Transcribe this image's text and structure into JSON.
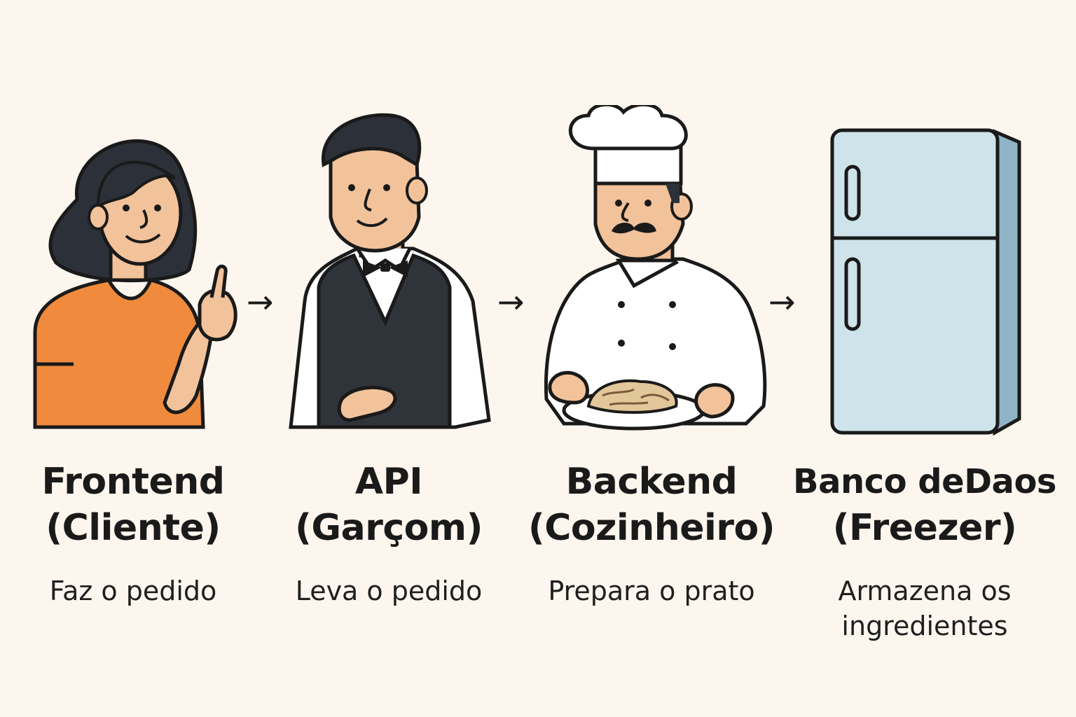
{
  "steps": [
    {
      "title_line1": "Frontend",
      "title_line2": "(Cliente)",
      "description": "Faz o pedido",
      "illustration": "customer-pointing-icon"
    },
    {
      "title_line1": "API",
      "title_line2": "(Garçom)",
      "description": "Leva o pedido",
      "illustration": "waiter-icon"
    },
    {
      "title_line1": "Backend",
      "title_line2": "(Cozinheiro)",
      "description": "Prepara o prato",
      "illustration": "chef-icon"
    },
    {
      "title_line1": "Banco deDaos",
      "title_line2": "(Freezer)",
      "description_line1": "Armazena os",
      "description_line2": "ingredientes",
      "illustration": "refrigerator-icon"
    }
  ],
  "arrow_glyph": "→",
  "colors": {
    "background": "#fdf6ee",
    "outline": "#1a1a1a",
    "hair": "#2c3038",
    "skin": "#f2c29a",
    "shirt_orange": "#f08a3c",
    "vest": "#2f333a",
    "fridge_front": "#cfe3ea",
    "fridge_side": "#8fb4c6"
  }
}
